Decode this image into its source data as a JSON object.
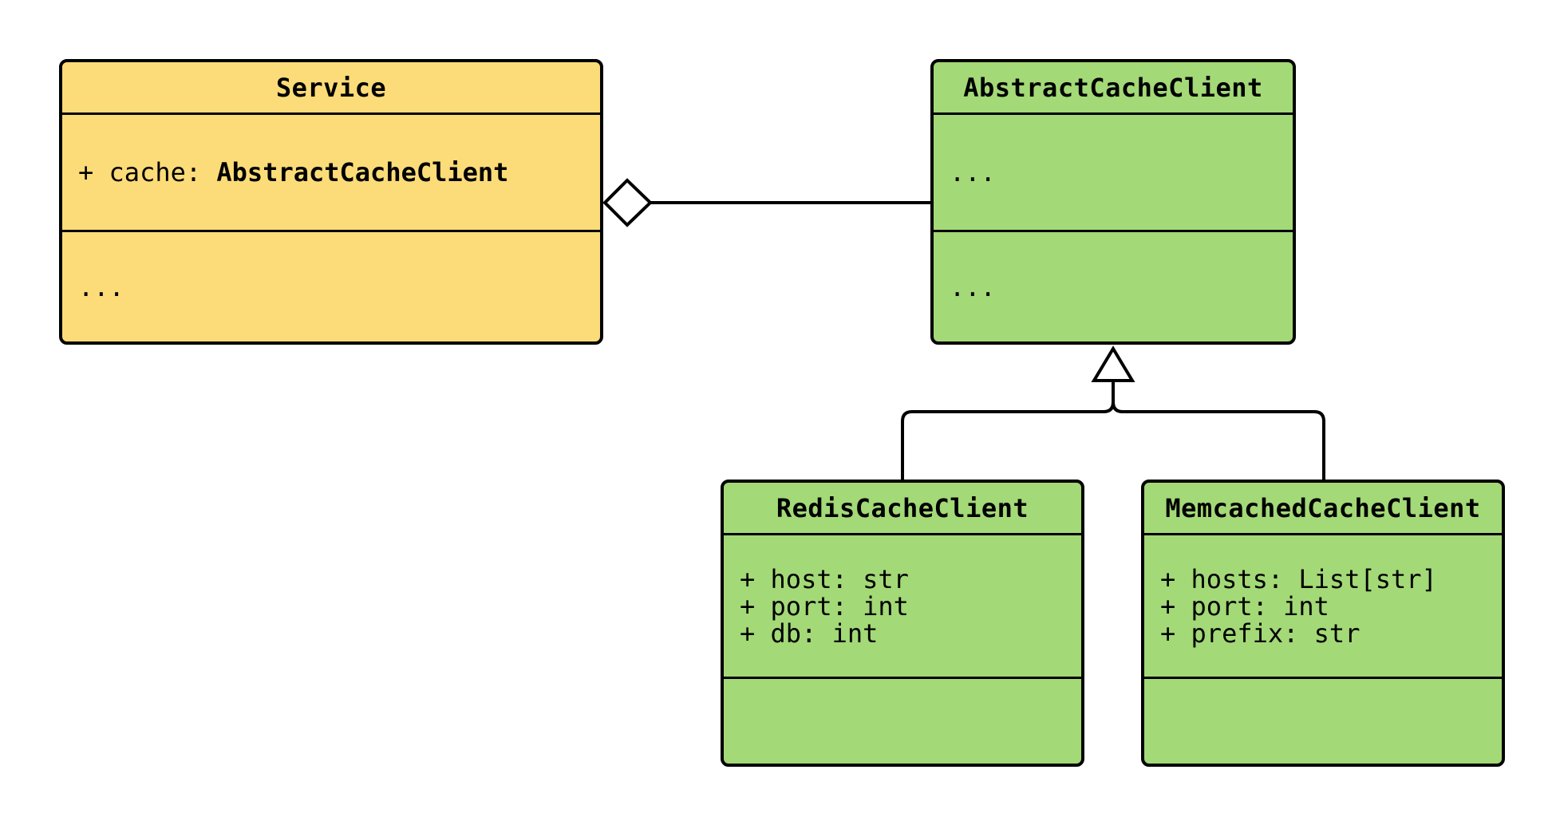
{
  "colors": {
    "service_fill": "#fcdc78",
    "abstract_fill": "#a3d977",
    "line": "#000000",
    "background": "#ffffff"
  },
  "classes": {
    "service": {
      "name": "Service",
      "attributes": [
        {
          "prefix": "+ cache: ",
          "type": "AbstractCacheClient"
        }
      ],
      "methods": "..."
    },
    "abstract_cache_client": {
      "name": "AbstractCacheClient",
      "attributes": "...",
      "methods": "..."
    },
    "redis_cache_client": {
      "name": "RedisCacheClient",
      "attributes": [
        "+ host: str",
        "+ port: int",
        "+ db: int"
      ],
      "methods": ""
    },
    "memcached_cache_client": {
      "name": "MemcachedCacheClient",
      "attributes": [
        "+ hosts: List[str]",
        "+ port: int",
        "+ prefix: str"
      ],
      "methods": ""
    }
  },
  "relations": [
    {
      "type": "aggregation",
      "whole": "Service",
      "part": "AbstractCacheClient"
    },
    {
      "type": "generalization",
      "parent": "AbstractCacheClient",
      "children": [
        "RedisCacheClient",
        "MemcachedCacheClient"
      ]
    }
  ]
}
